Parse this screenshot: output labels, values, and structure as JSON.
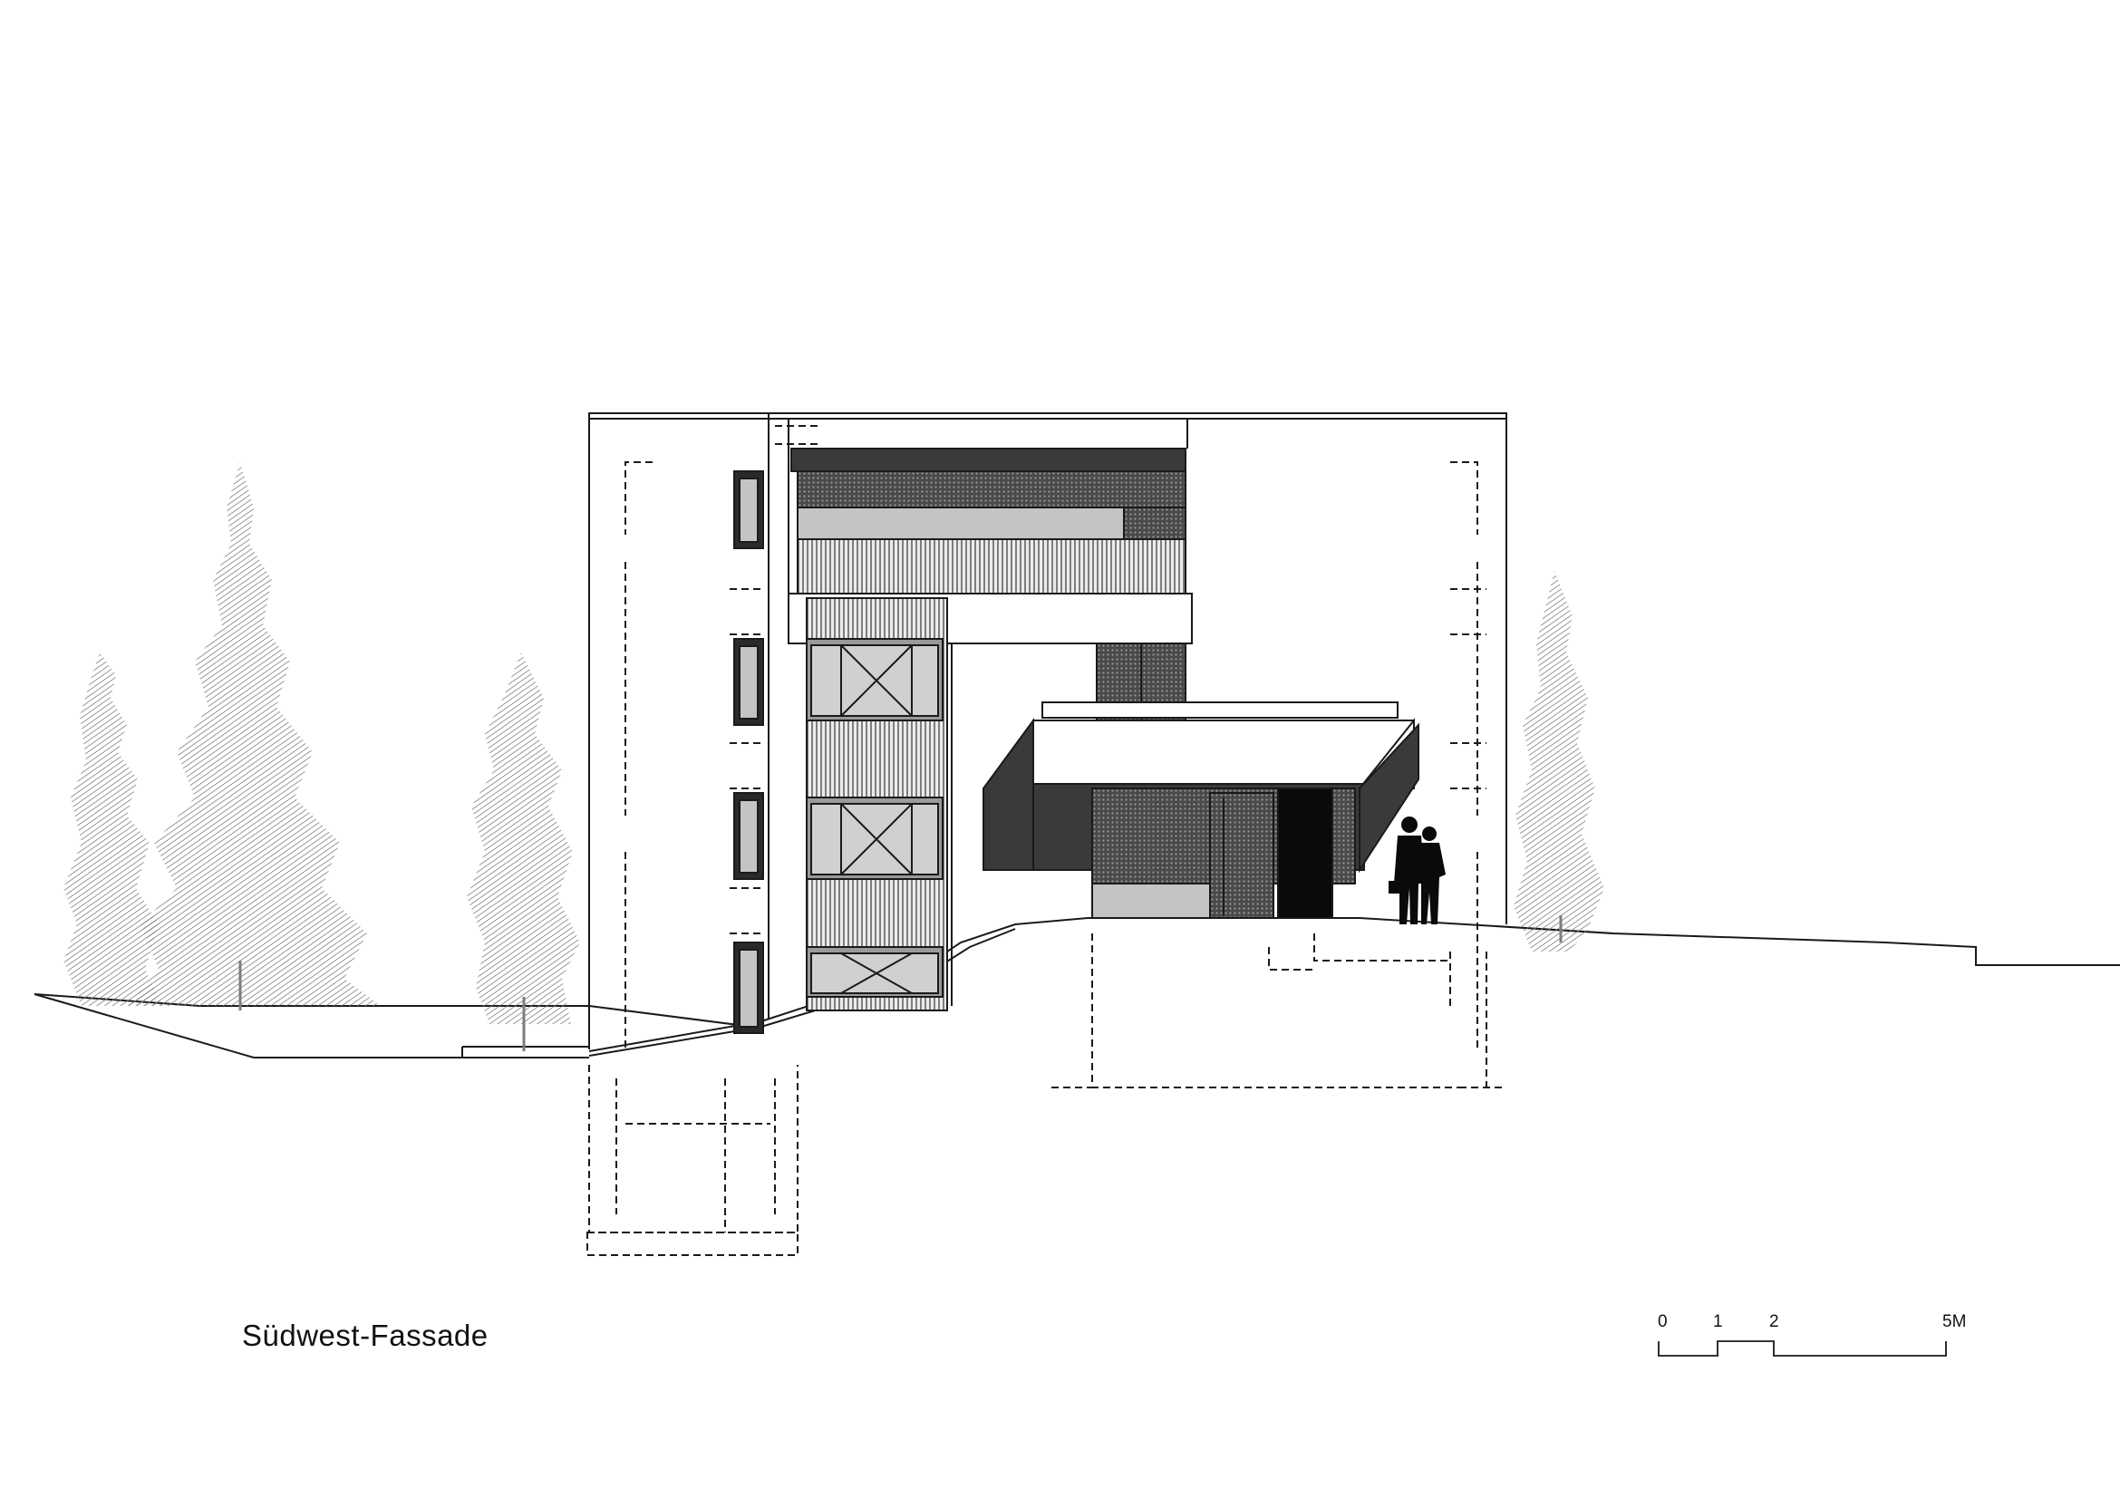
{
  "drawing": {
    "title": "Südwest-Fassade"
  },
  "scale_bar": {
    "ticks": [
      "0",
      "1",
      "2",
      "5M"
    ]
  },
  "colors": {
    "line": "#1a1a1a",
    "dark_panel": "#3a3a3a",
    "perforated": "#555555",
    "glass": "#c4c4c4",
    "tree_hatch": "#8a8a8a",
    "door": "#0a0a0a"
  },
  "icons": [
    "conifer-tree",
    "person-silhouette",
    "scale-bar"
  ]
}
